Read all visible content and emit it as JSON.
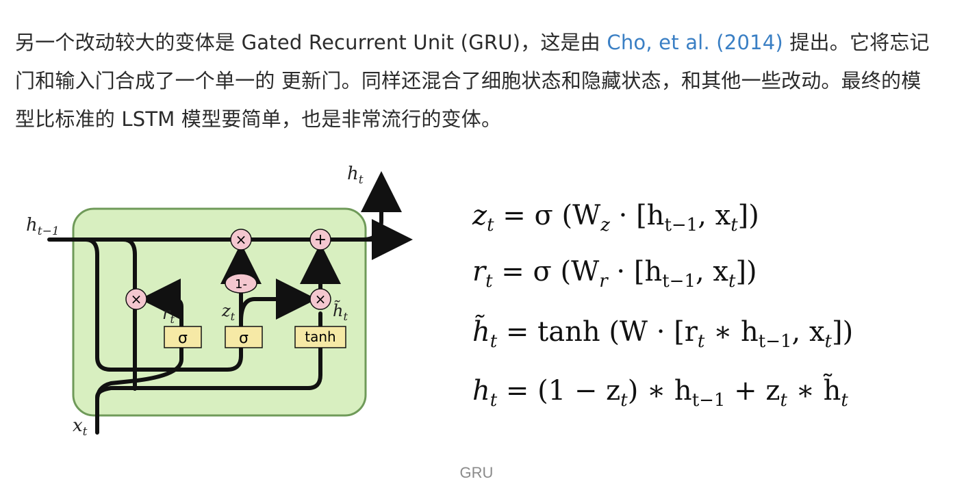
{
  "paragraph": {
    "text_before_link": "另一个改动较大的变体是 Gated Recurrent Unit (GRU)，这是由 ",
    "link_text": "Cho, et al. (2014)",
    "text_after_link": " 提出。它将忘记门和输入门合成了一个单一的 更新门。同样还混合了细胞状态和隐藏状态，和其他一些改动。最终的模型比标准的 LSTM 模型要简单，也是非常流行的变体。"
  },
  "diagram": {
    "input_prev_label": "h",
    "input_prev_sub": "t−1",
    "output_label": "h",
    "output_sub": "t",
    "input_x_label": "x",
    "input_x_sub": "t",
    "r_label": "r",
    "r_sub": "t",
    "z_label": "z",
    "z_sub": "t",
    "htilde_label": "h̃",
    "htilde_sub": "t",
    "gate_sigma_r": "σ",
    "gate_sigma_z": "σ",
    "gate_tanh": "tanh",
    "op_times": "×",
    "op_plus": "+",
    "op_one_minus": "1-"
  },
  "equations": {
    "eq1": {
      "lhs": "z",
      "lhs_sub": "t",
      "rhs_a": " = σ (W",
      "rhs_a_sub": "z",
      "rhs_b": " · [h",
      "rhs_b_sub": "t−1",
      "rhs_c": ", x",
      "rhs_c_sub": "t",
      "rhs_d": "])"
    },
    "eq2": {
      "lhs": "r",
      "lhs_sub": "t",
      "rhs_a": " = σ (W",
      "rhs_a_sub": "r",
      "rhs_b": " · [h",
      "rhs_b_sub": "t−1",
      "rhs_c": ", x",
      "rhs_c_sub": "t",
      "rhs_d": "])"
    },
    "eq3": {
      "lhs": "h̃",
      "lhs_sub": "t",
      "rhs_a": " = tanh (W · [r",
      "rhs_a_sub": "t",
      "rhs_b": " ∗ h",
      "rhs_b_sub": "t−1",
      "rhs_c": ", x",
      "rhs_c_sub": "t",
      "rhs_d": "])"
    },
    "eq4": {
      "lhs": "h",
      "lhs_sub": "t",
      "rhs_a": " = (1 − z",
      "rhs_a_sub": "t",
      "rhs_b": ") ∗ h",
      "rhs_b_sub": "t−1",
      "rhs_c": " + z",
      "rhs_c_sub": "t",
      "rhs_d": " ∗ h̃",
      "rhs_d_sub": "t"
    }
  },
  "caption": "GRU",
  "colors": {
    "link": "#3a7fc4",
    "cell_fill": "#d8efc0",
    "cell_stroke": "#6f9a59",
    "gate_fill": "#f6e9a6",
    "op_fill": "#f4c7cf"
  }
}
